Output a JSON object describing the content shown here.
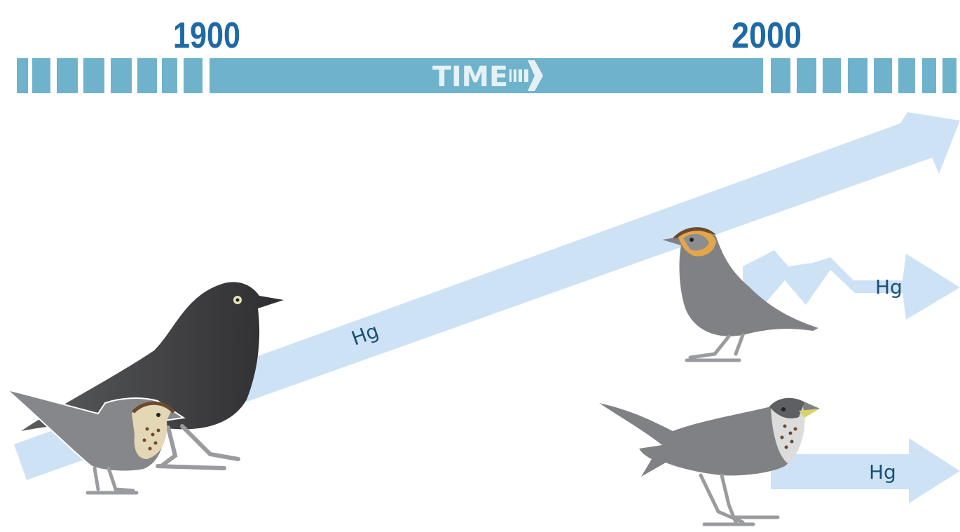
{
  "timeline": {
    "start_year": "1900",
    "end_year": "2000",
    "label": "TIME"
  },
  "arrows": {
    "rising": {
      "label": "Hg"
    },
    "fluctuating": {
      "label": "Hg"
    },
    "stable": {
      "label": "Hg"
    }
  },
  "colors": {
    "timeline_bar": "#6fb2cc",
    "year_text": "#1f6aa5",
    "arrow_fill": "#cde3f5",
    "hg_text": "#1a4f73",
    "bird_gray": "#808184",
    "bird_dark": "#3a3a3c"
  }
}
